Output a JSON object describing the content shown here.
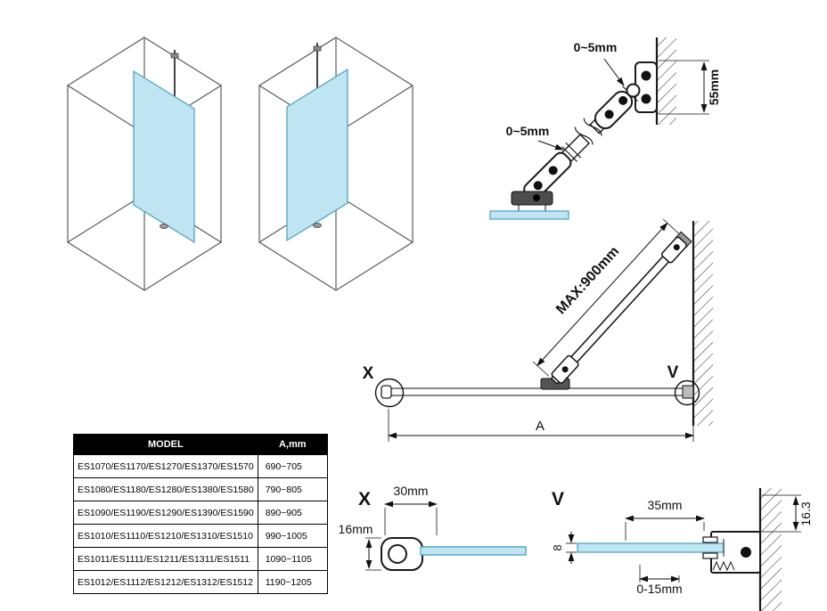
{
  "colors": {
    "glass_fill": "#bfe4f2",
    "glass_stroke": "#58a3c2",
    "line": "#1a1a1a",
    "table_header_bg": "#000000",
    "table_header_text": "#ffffff"
  },
  "bracket_detail": {
    "dim_gap_top": "0~5mm",
    "dim_gap_mid": "0~5mm",
    "dim_wall_plate": "55mm"
  },
  "plan_view": {
    "bar_max_label": "MAX:900mm",
    "marker_x": "X",
    "marker_v": "V",
    "dim_width": "A"
  },
  "detail_x": {
    "label": "X",
    "dim_profile_width": "30mm",
    "dim_profile_height": "16mm"
  },
  "detail_v": {
    "label": "V",
    "dim_profile_width": "35mm",
    "dim_profile_depth": "16.3",
    "dim_glass_thickness": "8",
    "dim_adjust_range": "0-15mm"
  },
  "table": {
    "headers": [
      "MODEL",
      "A,mm"
    ],
    "rows": [
      {
        "model": "ES1070/ES1170/ES1270/ES1370/ES1570",
        "a": "690~705"
      },
      {
        "model": "ES1080/ES1180/ES1280/ES1380/ES1580",
        "a": "790~805"
      },
      {
        "model": "ES1090/ES1190/ES1290/ES1390/ES1590",
        "a": "890~905"
      },
      {
        "model": "ES1010/ES1110/ES1210/ES1310/ES1510",
        "a": "990~1005"
      },
      {
        "model": "ES1011/ES1111/ES1211/ES1311/ES1511",
        "a": "1090~1105"
      },
      {
        "model": "ES1012/ES1112/ES1212/ES1312/ES1512",
        "a": "1190~1205"
      }
    ]
  }
}
